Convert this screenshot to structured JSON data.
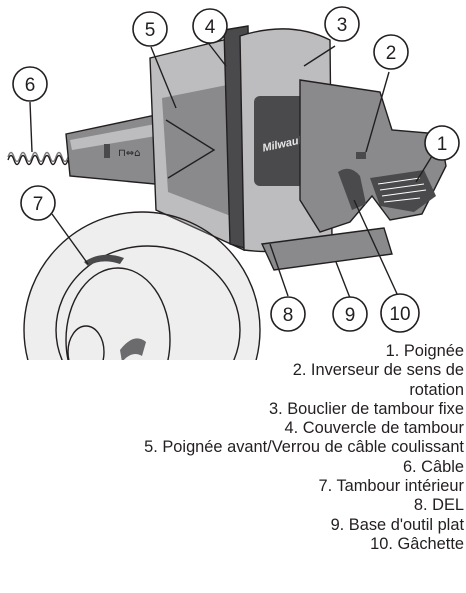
{
  "callouts": [
    "1",
    "2",
    "3",
    "4",
    "5",
    "6",
    "7",
    "8",
    "9",
    "10"
  ],
  "brand_mark": "Milwaukee",
  "legend": [
    "1. Poignée",
    "2. Inverseur de sens de",
    "rotation",
    "3. Bouclier de tambour fixe",
    "4. Couvercle de tambour",
    "5. Poignée avant/Verrou de câble coulissant",
    "6. Câble",
    "7. Tambour intérieur",
    "8. DEL",
    "9. Base d'outil plat",
    "10. Gâchette"
  ]
}
